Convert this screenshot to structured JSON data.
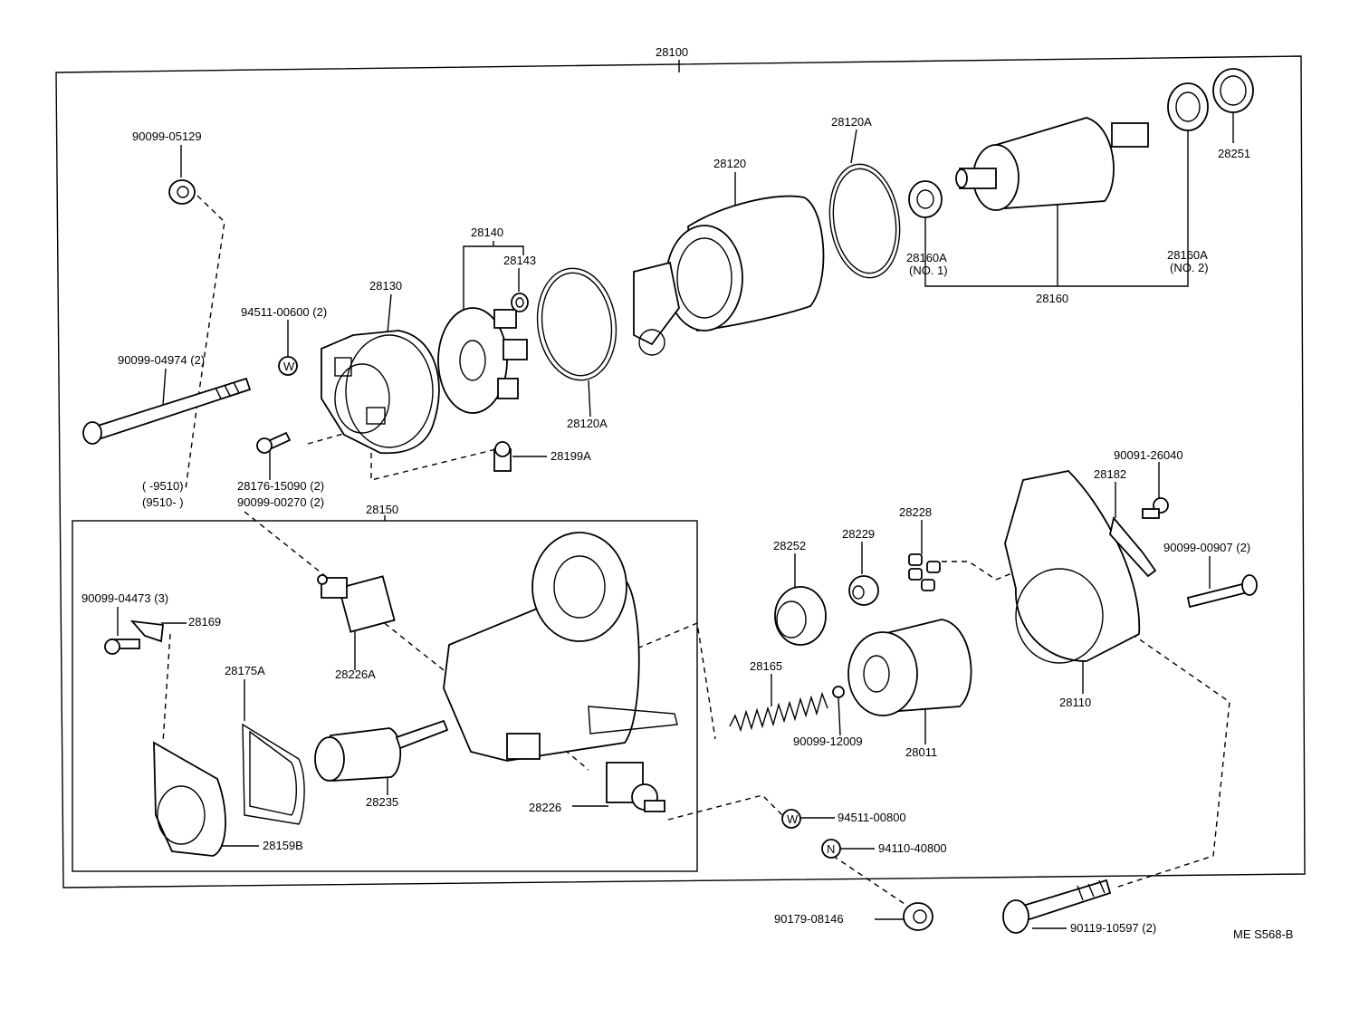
{
  "diagram_code": "ME S568-B",
  "labels": {
    "l28100": "28100",
    "l90099_05129": "90099-05129",
    "l28120A_top": "28120A",
    "l28120": "28120",
    "l28251": "28251",
    "l28140": "28140",
    "l28143": "28143",
    "l28130": "28130",
    "l94511_00600": "94511-00600 (2)",
    "l90099_04974": "90099-04974 (2)",
    "l28160A_1": "28160A",
    "l28160A_1_sub": "(NO. 1)",
    "l28160A_2": "28160A",
    "l28160A_2_sub": "(NO. 2)",
    "l28160": "28160",
    "l28120A_bot": "28120A",
    "l28199A": "28199A",
    "l28176": "28176-15090 (2)",
    "l9510_a": "(        -9510)",
    "l9510_b": "(9510-        )",
    "l90099_00270": "90099-00270 (2)",
    "l28150": "28150",
    "l90091_26040": "90091-26040",
    "l28182": "28182",
    "l28228": "28228",
    "l28229": "28229",
    "l28252": "28252",
    "l90099_00907": "90099-00907 (2)",
    "l90099_04473": "90099-04473 (3)",
    "l28169": "28169",
    "l28226A": "28226A",
    "l28175A": "28175A",
    "l28165": "28165",
    "l90099_12009": "90099-12009",
    "l28011": "28011",
    "l28110": "28110",
    "l28235": "28235",
    "l28226": "28226",
    "l28159B": "28159B",
    "l94511_00800": "94511-00800",
    "l94110_40800": "94110-40800",
    "l90179_08146": "90179-08146",
    "l90119_10597": "90119-10597 (2)",
    "washer_w": "W",
    "nut_n": "N"
  }
}
